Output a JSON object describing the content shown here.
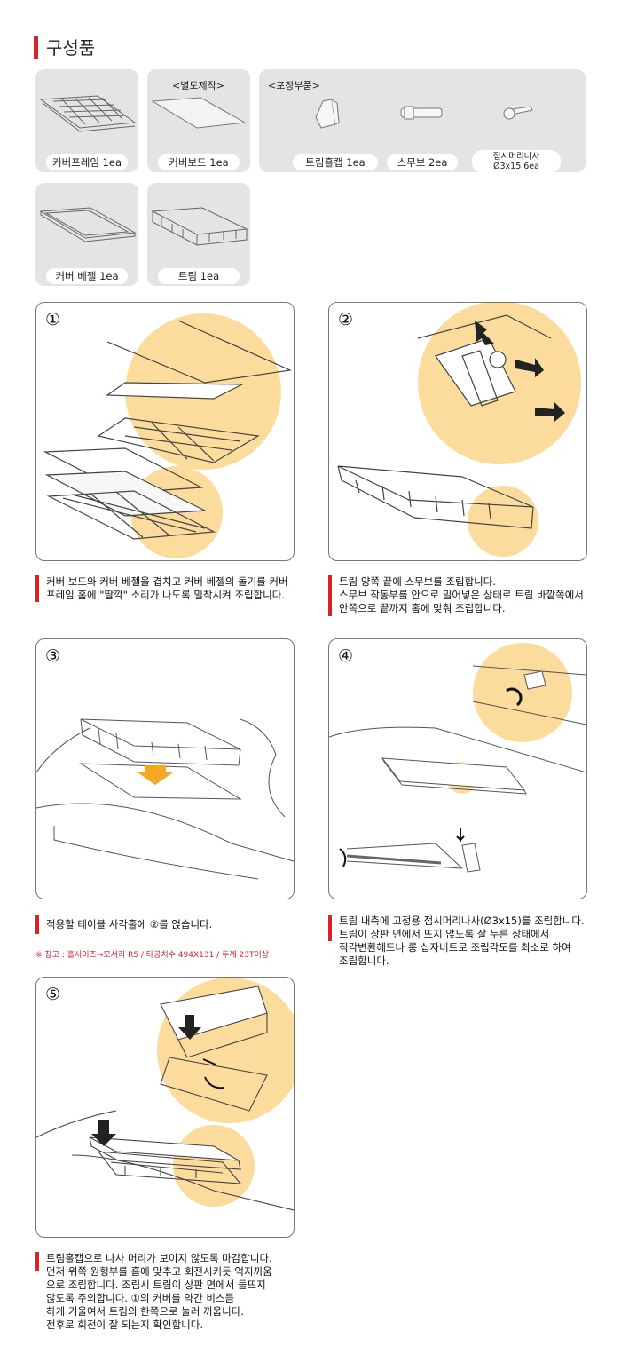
{
  "section_title": "구성품",
  "parts": [
    {
      "label": "커버프레임 1ea"
    },
    {
      "label": "커버보드 1ea"
    },
    {
      "label": "커버 베젤 1ea"
    },
    {
      "label": "트림 1ea"
    }
  ],
  "groups": {
    "separate": "<별도제작>",
    "packaged": "<포장부품>"
  },
  "packaged_items": [
    {
      "label": "트림홀캡 1ea"
    },
    {
      "label": "스무브 2ea"
    },
    {
      "label_line1": "접시머리나사",
      "label_line2": "Ø3x15 6ea"
    }
  ],
  "steps": [
    {
      "num": "①",
      "lines": [
        "커버 보드와 커버 베젤을 겹치고 커버 베젤의 돌기를 커버",
        "프레임 홈에 \"딸깍\" 소리가 나도록 밀착시켜 조립합니다."
      ]
    },
    {
      "num": "②",
      "lines": [
        "트림 양쪽 끝에 스무브를 조립합니다.",
        "스무브 작동부를 안으로 밀어넣은 상태로 트림 바깥쪽에서",
        "안쪽으로 끝까지 홈에 맞춰 조립합니다."
      ]
    },
    {
      "num": "③",
      "lines": [
        "적용할 테이블 사각홀에 ②를 얹습니다."
      ],
      "note": "※ 참고 : 홀사이즈→모서리 R5 / 타공치수 494X131 / 두께 23T이상"
    },
    {
      "num": "④",
      "lines": [
        "트림 내측에 고정용 접시머리나사(Ø3x15)를 조립합니다.",
        "트림이 상판 면에서 뜨지 않도록 잘 누른 상태에서",
        "직각변환헤드나 롱 십자비트로 조립각도를 최소로 하여",
        "조립합니다."
      ]
    },
    {
      "num": "⑤",
      "lines": [
        "트림홀캡으로 나사 머리가 보이지 않도록 마감합니다.",
        "먼저 위쪽 원형부를 홈에 맞추고 회전시키듯 억지끼움",
        "으로 조립합니다. 조립시 트림이 상판 면에서 들뜨지",
        "않도록 주의합니다. ①의 커버를 약간 비스듬",
        "하게 기울여서 트림의 한쪽으로 눌러 끼웁니다.",
        "전후로 회전이 잘 되는지 확인합니다."
      ]
    }
  ],
  "colors": {
    "accent": "#d8232a",
    "highlight": "#fbdc9c",
    "arrow": "#f5a623",
    "card": "#e4e4e4"
  }
}
